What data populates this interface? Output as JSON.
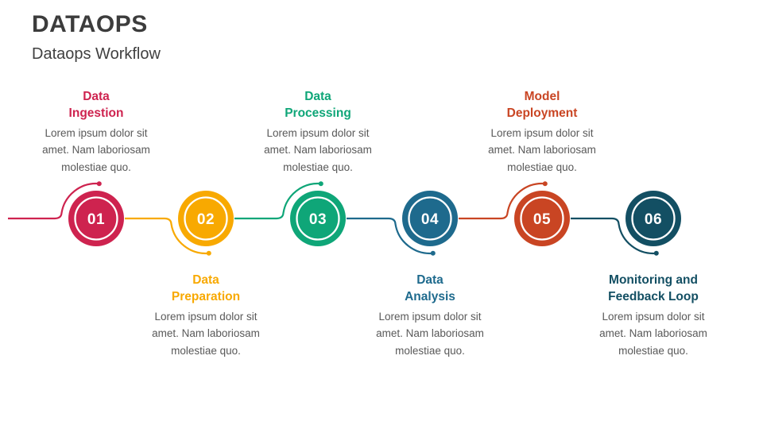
{
  "header": {
    "title": "DATAOPS",
    "subtitle": "Dataops Workflow"
  },
  "steps": [
    {
      "number": "01",
      "title": "Data\nIngestion",
      "description": "Lorem ipsum dolor sit amet. Nam laboriosam molestiae quo.",
      "color": "#CE234F",
      "label_position": "top"
    },
    {
      "number": "02",
      "title": "Data\nPreparation",
      "description": "Lorem ipsum dolor sit amet. Nam laboriosam molestiae quo.",
      "color": "#F8A901",
      "label_position": "bottom"
    },
    {
      "number": "03",
      "title": "Data\nProcessing",
      "description": "Lorem ipsum dolor sit amet. Nam laboriosam molestiae quo.",
      "color": "#0FA678",
      "label_position": "top"
    },
    {
      "number": "04",
      "title": "Data\nAnalysis",
      "description": "Lorem ipsum dolor sit amet. Nam laboriosam molestiae quo.",
      "color": "#1E6A8D",
      "label_position": "bottom"
    },
    {
      "number": "05",
      "title": "Model\nDeployment",
      "description": "Lorem ipsum dolor sit amet. Nam laboriosam molestiae quo.",
      "color": "#C94523",
      "label_position": "top"
    },
    {
      "number": "06",
      "title": "Monitoring and\nFeedback Loop",
      "description": "Lorem ipsum dolor sit amet. Nam laboriosam molestiae quo.",
      "color": "#134F63",
      "label_position": "bottom"
    }
  ],
  "colors": {
    "background": "#FFFFFF",
    "title_text": "#3C3C3C",
    "body_text": "#595959"
  }
}
